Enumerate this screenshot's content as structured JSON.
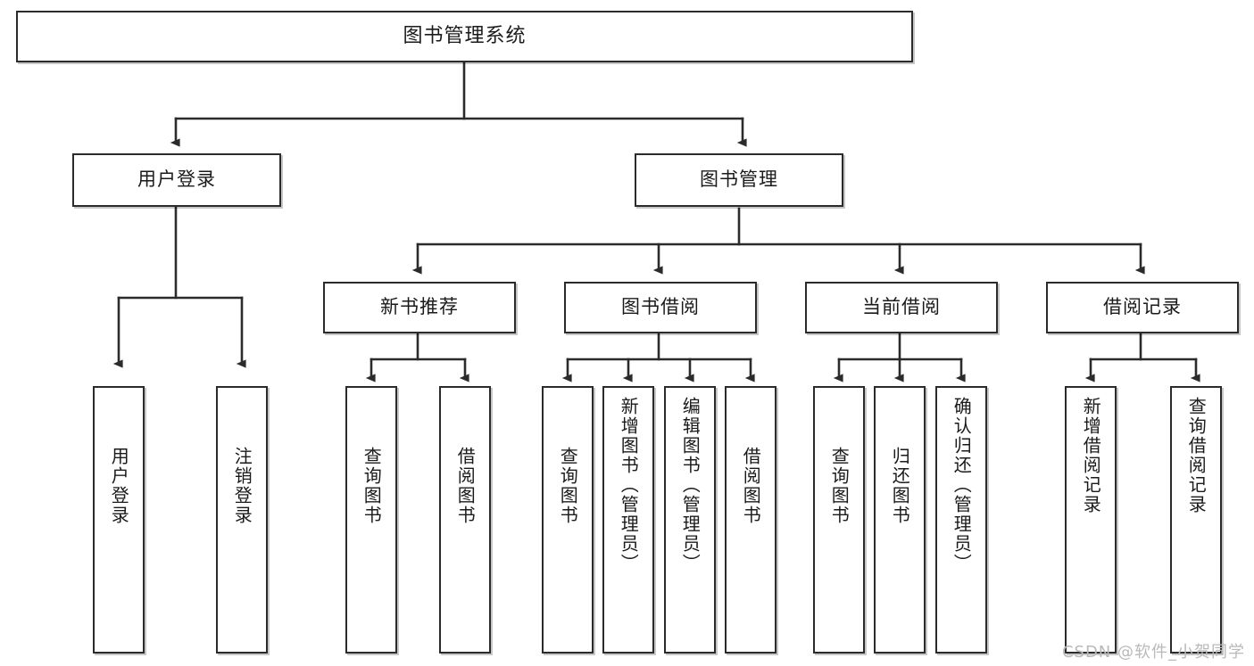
{
  "diagram": {
    "title": "图书管理系统",
    "root": {
      "label": "图书管理系统"
    },
    "level2": [
      {
        "label": "用户登录"
      },
      {
        "label": "图书管理"
      }
    ],
    "level3": [
      {
        "label": "新书推荐"
      },
      {
        "label": "图书借阅"
      },
      {
        "label": "当前借阅"
      },
      {
        "label": "借阅记录"
      }
    ],
    "leaves": {
      "user_login": [
        {
          "label": "用户登录"
        },
        {
          "label": "注销登录"
        }
      ],
      "new_book": [
        {
          "label": "查询图书"
        },
        {
          "label": "借阅图书"
        }
      ],
      "book_borrow": [
        {
          "label": "查询图书"
        },
        {
          "label": "新增图书（管理员）"
        },
        {
          "label": "编辑图书（管理员）"
        },
        {
          "label": "借阅图书"
        }
      ],
      "current_borrow": [
        {
          "label": "查询图书"
        },
        {
          "label": "归还图书"
        },
        {
          "label": "确认归还（管理员）"
        }
      ],
      "borrow_record": [
        {
          "label": "新增借阅记录"
        },
        {
          "label": "查询借阅记录"
        }
      ]
    }
  },
  "watermark": {
    "text": "CSDN @软件_小贺同学"
  },
  "colors": {
    "line": "#2b2b2b",
    "box_border": "#2b2b2b",
    "background": "#ffffff",
    "text": "#1a1a1a",
    "watermark": "#b9b9b9"
  }
}
